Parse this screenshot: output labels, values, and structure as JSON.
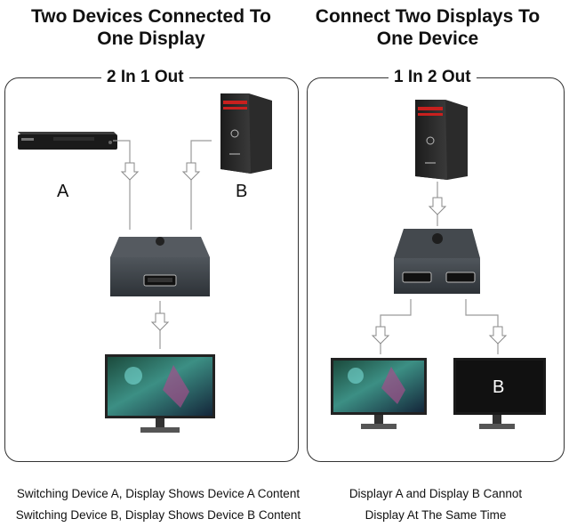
{
  "left": {
    "title_line1": "Two Devices Connected To",
    "title_line2": "One Display",
    "panel_label": "2 In 1 Out",
    "device_a_label": "A",
    "device_b_label": "B",
    "caption_line1": "Switching Device A, Display Shows Device A Content",
    "caption_line2": "Switching Device B, Display Shows Device B Content"
  },
  "right": {
    "title_line1": "Connect Two Displays To",
    "title_line2": "One Device",
    "panel_label": "1 In 2 Out",
    "display_b_label": "B",
    "caption_line1": "Displayr A and Display B Cannot",
    "caption_line2": "Display At The Same Time"
  },
  "icons": [
    "dvd-player-icon",
    "pc-tower-icon",
    "hdmi-switch-icon",
    "monitor-icon",
    "arrow-down-icon"
  ],
  "colors": {
    "switch_body": "#3a3f44",
    "pc_red": "#c8201e",
    "screen_black": "#111111"
  }
}
